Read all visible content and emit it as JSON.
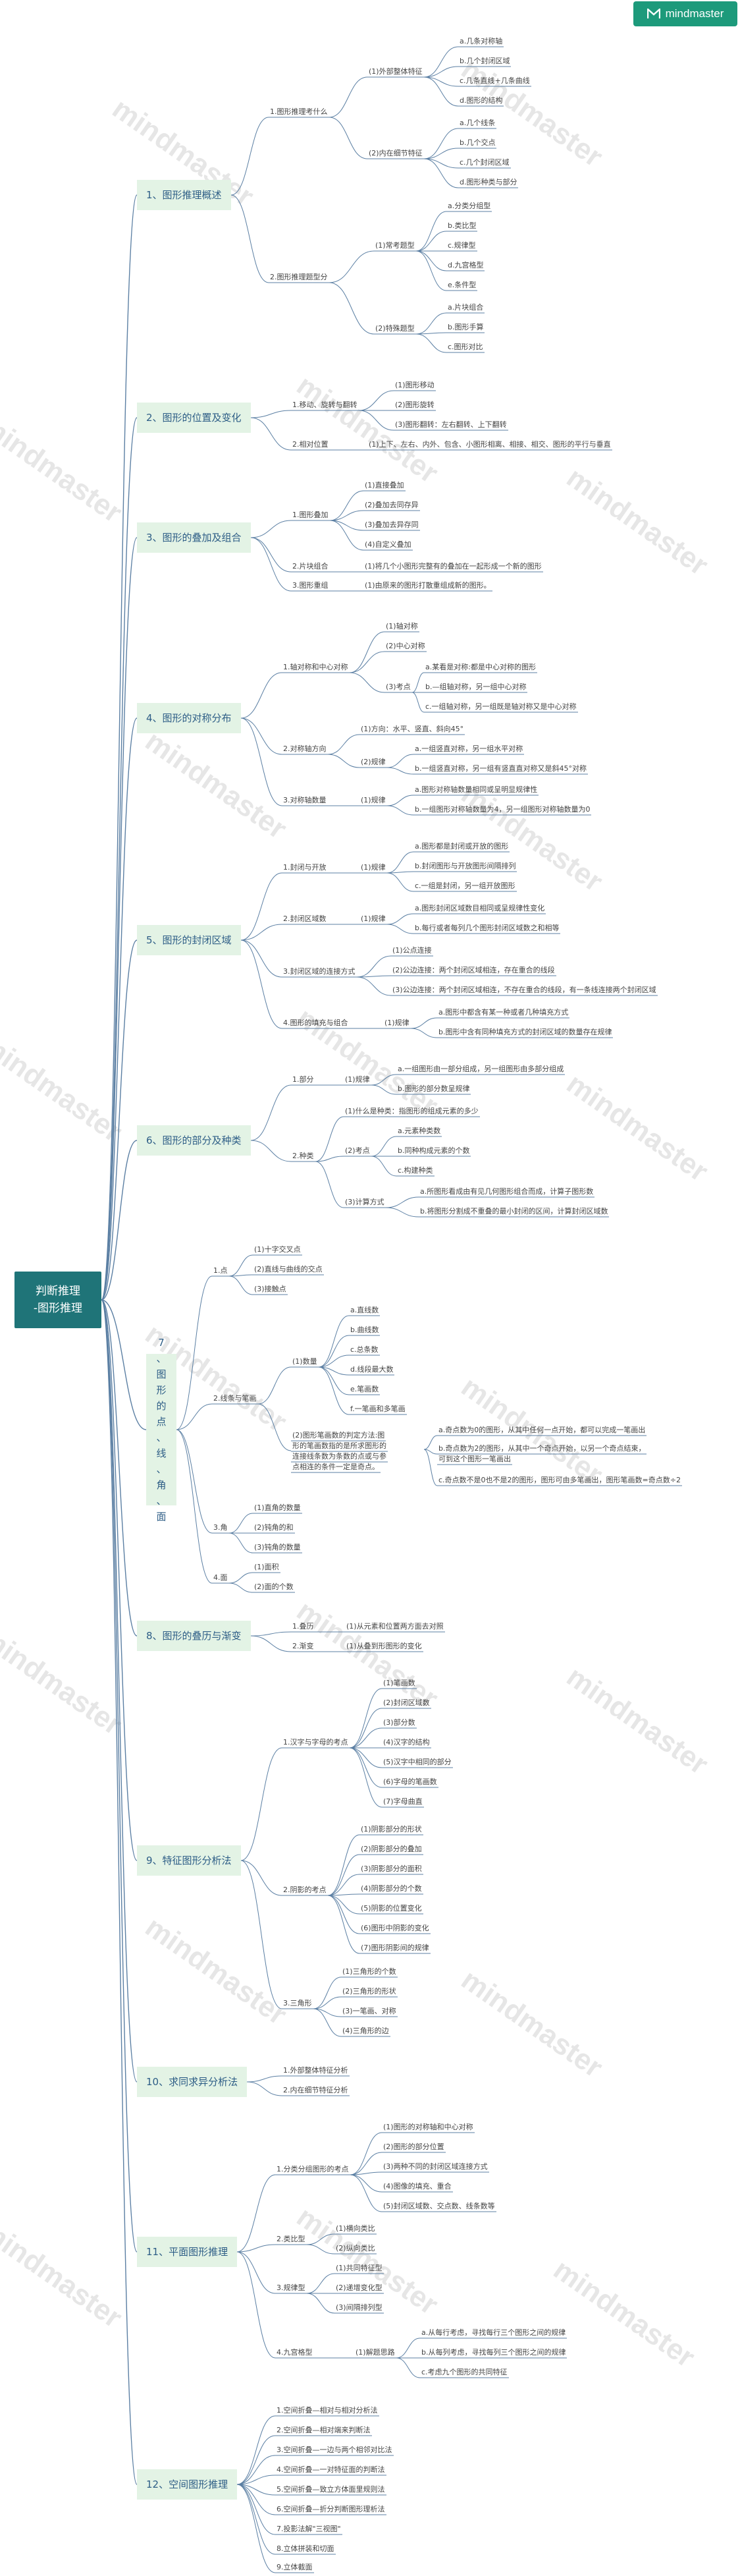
{
  "brand": {
    "name": "mindmaster",
    "color": "#1d9a7b"
  },
  "watermark": "mindmaster",
  "root": {
    "line1": "判断推理",
    "line2": "-图形推理"
  },
  "b1": {
    "title": "1、图形推理概述",
    "q1": "1.图形推理考什么",
    "q1a": "(1)外部整体特征",
    "q1a_items": [
      "a.几条对称轴",
      "b.几个封闭区域",
      "c.几条直线+几条曲线",
      "d.图形的结构"
    ],
    "q1b": "(2)内在细节特征",
    "q1b_items": [
      "a.几个线条",
      "b.几个交点",
      "c.几个封闭区域",
      "d.图形种类与部分"
    ],
    "q2": "2.图形推理题型分",
    "q2a": "(1)常考题型",
    "q2a_items": [
      "a.分类分组型",
      "b.类比型",
      "c.规律型",
      "d.九宫格型",
      "e.条件型"
    ],
    "q2b": "(2)特殊题型",
    "q2b_items": [
      "a.片块组合",
      "b.图形手算",
      "c.图形对比"
    ]
  },
  "b2": {
    "title": "2、图形的位置及变化",
    "c1": "1.移动、旋转与翻转",
    "c1_items": [
      "(1)图形移动",
      "(2)图形旋转",
      "(3)图形翻转：左右翻转、上下翻转"
    ],
    "c2": "2.相对位置",
    "c2_item": "(1)上下、左右、内外、包含、小图形相离、相接、相交、图形的平行与垂直"
  },
  "b3": {
    "title": "3、图形的叠加及组合",
    "c1": "1.图形叠加",
    "c1_items": [
      "(1)直接叠加",
      "(2)叠加去同存异",
      "(3)叠加去异存同",
      "(4)自定义叠加"
    ],
    "c2": "2.片块组合",
    "c2_item": "(1)将几个小图形完整有的叠加在一起形成一个新的图形",
    "c3": "3.图形重组",
    "c3_item": "(1)由原来的图形打散重组成新的图形。"
  },
  "b4": {
    "title": "4、图形的对称分布",
    "c1": "1.轴对称和中心对称",
    "c1_items": [
      "(1)轴对称",
      "(2)中心对称",
      "(3)考点"
    ],
    "c1_k": [
      "a.某看是对称:都是中心对称的图形",
      "b.—组轴对称，另一组中心对称",
      "c.一组轴对称，另一组既是轴对称又是中心对称"
    ],
    "c2": "2.对称轴方向",
    "c2_items": [
      "(1)方向：水平、竖直、斜向45°",
      "(2)规律"
    ],
    "c2_k": [
      "a.一组竖直对称，另一组水平对称",
      "b.一组竖直对称，另一组有竖直直对称又是斜45°对称"
    ],
    "c3": "3.对称轴数量",
    "c3_item": "(1)规律",
    "c3_k": [
      "a.图形对称轴数量相同或呈明显规律性",
      "b.一组图形对称轴数量为4，另一组图形对称轴数量为0"
    ]
  },
  "b5": {
    "title": "5、图形的封闭区域",
    "c1": "1.封闭与开放",
    "c1_item": "(1)规律",
    "c1_k": [
      "a.图形都是封闭或开放的图形",
      "b.封闭图形与开放图形间隔排列",
      "c.一组是封闭，另一组开放图形"
    ],
    "c2": "2.封闭区域数",
    "c2_item": "(1)规律",
    "c2_k": [
      "a.图形封闭区域数目相同或呈规律性变化",
      "b.每行或者每列几个图形封闭区域数之和相等"
    ],
    "c3": "3.封闭区域的连接方式",
    "c3_items": [
      "(1)公点连接",
      "(2)公边连接：两个封闭区域相连，存在重合的线段",
      "(3)公边连接：两个封闭区域相连，不存在重合的线段，有一条线连接两个封闭区域"
    ],
    "c4": "4.图形的填充与组合",
    "c4_item": "(1)规律",
    "c4_k": [
      "a.图形中都含有某一种或者几种填充方式",
      "b.图形中含有同种填充方式的封闭区域的数量存在规律"
    ]
  },
  "b6": {
    "title": "6、图形的部分及种类",
    "c1": "1.部分",
    "c1_item": "(1)规律",
    "c1_k": [
      "a.一组图形由一部分组成，另一组图形由多部分组成",
      "b.图形的部分数呈规律"
    ],
    "c2": "2.种类",
    "c2_items": [
      "(1)什么是种类：指图形的组成元素的多少",
      "(2)考点",
      "(3)计算方式"
    ],
    "c2_k1": [
      "a.元素种类数",
      "b.同种构成元素的个数",
      "c.构建种类"
    ],
    "c2_k2": [
      "a.所图形看成由有见几何图形组合而成，计算子图形数",
      "b.将图形分割成不重叠的最小封闭的区间，计算封闭区域数"
    ]
  },
  "b7": {
    "title_chars": [
      "7",
      "、",
      "图",
      "形",
      "的",
      "点",
      "、",
      "线",
      "、",
      "角",
      "、",
      "面"
    ],
    "c1": "1.点",
    "c1_items": [
      "(1)十字交叉点",
      "(2)直线与曲线的交点",
      "(3)接触点"
    ],
    "c2": "2.线条与笔画",
    "c2a": "(1)数量",
    "c2a_items": [
      "a.直线数",
      "b.曲线数",
      "c.总条数",
      "d.线段最大数",
      "e.笔画数",
      "f.一笔画和多笔画"
    ],
    "c2b_lines": [
      "(2)图形笔画数的判定方法:图",
      "形的笔画数指的是所求图形的",
      "连接线条数为条数的点或与参",
      "点相连的条件一定是奇点。"
    ],
    "c2b_k": [
      "a.奇点数为0的图形，从其中任何一点开始，都可以完成一笔画出",
      "b.奇点数为2的图形，从其中一个奇点开始，以另一个奇点结束，",
      "   可到这个图形一笔画出",
      "c.奇点数不是0也不是2的图形，图形可由多笔画出，图形笔画数=奇点数÷2"
    ],
    "c3": "3.角",
    "c3_items": [
      "(1)直角的数量",
      "(2)钝角的和",
      "(3)钝角的数量"
    ],
    "c4": "4.面",
    "c4_items": [
      "(1)面积",
      "(2)面的个数"
    ]
  },
  "b8": {
    "title": "8、图形的叠历与渐变",
    "c1": "1.叠历",
    "c1_item": "(1)从元素和位置两方面去对照",
    "c2": "2.渐变",
    "c2_item": "(1)从叠到形图形的变化"
  },
  "b9": {
    "title": "9、特征图形分析法",
    "c1": "1.汉字与字母的考点",
    "c1_items": [
      "(1)笔画数",
      "(2)封闭区域数",
      "(3)部分数",
      "(4)汉字的结构",
      "(5)汉字中相同的部分",
      "(6)字母的笔画数",
      "(7)字母曲直"
    ],
    "c2": "2.阴影的考点",
    "c2_items": [
      "(1)阴影部分的形状",
      "(2)阴影部分的叠加",
      "(3)阴影部分的面积",
      "(4)阴影部分的个数",
      "(5)阴影的位置变化",
      "(6)图形中阴影的变化",
      "(7)图形阴影间的规律"
    ],
    "c3": "3.三角形",
    "c3_items": [
      "(1)三角形的个数",
      "(2)三角形的形状",
      "(3)一笔画、对称",
      "(4)三角形的边"
    ]
  },
  "b10": {
    "title": "10、求同求异分析法",
    "items": [
      "1.外部整体特征分析",
      "2.内在细节特征分析"
    ]
  },
  "b11": {
    "title": "11、平面图形推理",
    "c1": "1.分类分组图形的考点",
    "c1_items": [
      "(1)图形的对称轴和中心对称",
      "(2)图形的部分位置",
      "(3)两种不同的封闭区域连接方式",
      "(4)图像的填充、重合",
      "(5)封闭区域数、交点数、线条数等"
    ],
    "c2": "2.类比型",
    "c2_items": [
      "(1)横向类比",
      "(2)纵向类比"
    ],
    "c3": "3.规律型",
    "c3_items": [
      "(1)共同特征型",
      "(2)递增变化型",
      "(3)间隔排列型"
    ],
    "c4": "4.九宫格型",
    "c4_item": "(1)解题思路",
    "c4_k": [
      "a.从每行考虑，寻找每行三个图形之间的规律",
      "b.从每列考虑，寻找每列三个图形之间的规律",
      "c.考虑九个图形的共同特征"
    ]
  },
  "b12": {
    "title": "12、空间图形推理",
    "items": [
      "1.空间折叠—相对与相对分析法",
      "2.空间折叠—相对端来判断法",
      "3.空间折叠—一边与两个相邻对比法",
      "4.空间折叠—一对特征面的判断法",
      "5.空间折叠—致立方体面里规则法",
      "6.空间折叠—折分判断图形理析法",
      "7.投影法解\"三视图\"",
      "8.立体拼装和切面",
      "9.立体截面"
    ]
  }
}
